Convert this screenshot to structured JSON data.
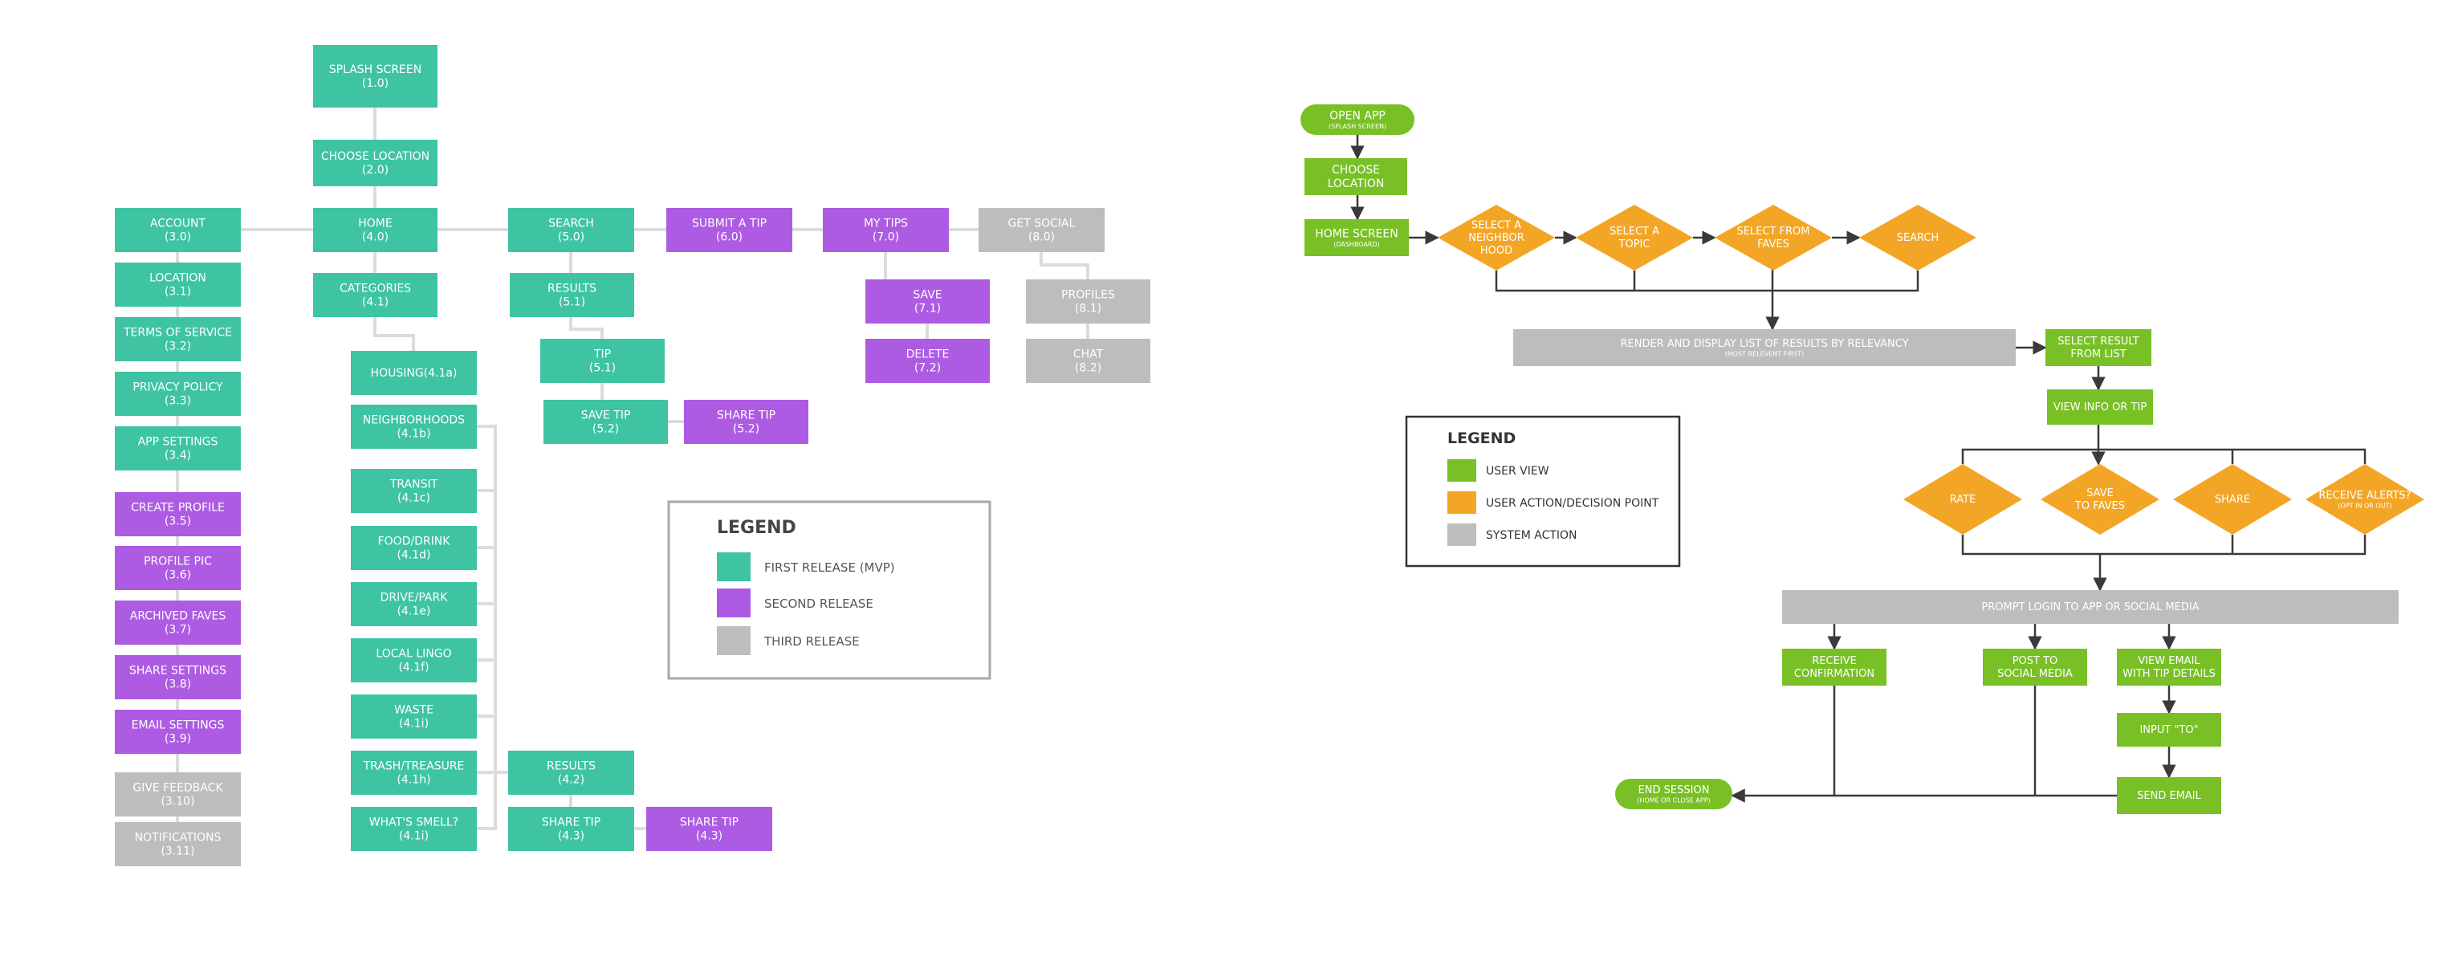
{
  "colors": {
    "first_release": "#3ec4a3",
    "second_release": "#ae5be3",
    "third_release": "#bdbdbd",
    "user_view": "#78c025",
    "user_action": "#f3a625",
    "system_action": "#bdbdbd",
    "line_sitemap": "#dcdcdc",
    "line_flow": "#3a3a3a",
    "legend_border": "#a8a8a8",
    "legend_border_dark": "#333333"
  },
  "sitemap": {
    "nodes": {
      "splash": [
        "SPLASH SCREEN",
        "(1.0)"
      ],
      "choose_location": [
        "CHOOSE LOCATION",
        "(2.0)"
      ],
      "account": [
        "ACCOUNT",
        "(3.0)"
      ],
      "location": [
        "LOCATION",
        "(3.1)"
      ],
      "terms": [
        "TERMS OF SERVICE",
        "(3.2)"
      ],
      "privacy": [
        "PRIVACY POLICY",
        "(3.3)"
      ],
      "app_settings": [
        "APP SETTINGS",
        "(3.4)"
      ],
      "create_profile": [
        "CREATE PROFILE",
        "(3.5)"
      ],
      "profile_pic": [
        "PROFILE PIC",
        "(3.6)"
      ],
      "archived_faves": [
        "ARCHIVED FAVES",
        "(3.7)"
      ],
      "share_settings": [
        "SHARE SETTINGS",
        "(3.8)"
      ],
      "email_settings": [
        "EMAIL SETTINGS",
        "(3.9)"
      ],
      "give_feedback": [
        "GIVE FEEDBACK",
        "(3.10)"
      ],
      "notifications": [
        "NOTIFICATIONS",
        "(3.11)"
      ],
      "home": [
        "HOME",
        "(4.0)"
      ],
      "categories": [
        "CATEGORIES",
        "(4.1)"
      ],
      "housing": [
        "HOUSING(4.1a)"
      ],
      "neighborhoods": [
        "NEIGHBORHOODS",
        "(4.1b)"
      ],
      "transit": [
        "TRANSIT",
        "(4.1c)"
      ],
      "food_drink": [
        "FOOD/DRINK",
        "(4.1d)"
      ],
      "drive_park": [
        "DRIVE/PARK",
        "(4.1e)"
      ],
      "local_lingo": [
        "LOCAL LINGO",
        "(4.1f)"
      ],
      "waste": [
        "WASTE",
        "(4.1i)"
      ],
      "trash_treasure": [
        "TRASH/TREASURE",
        "(4.1h)"
      ],
      "whats_smell": [
        "WHAT'S SMELL?",
        "(4.1i)"
      ],
      "results_42": [
        "RESULTS",
        "(4.2)"
      ],
      "share_tip_43a": [
        "SHARE TIP",
        "(4.3)"
      ],
      "share_tip_43b": [
        "SHARE TIP",
        "(4.3)"
      ],
      "search": [
        "SEARCH",
        "(5.0)"
      ],
      "results_51": [
        "RESULTS",
        "(5.1)"
      ],
      "tip": [
        "TIP",
        "(5.1)"
      ],
      "save_tip": [
        "SAVE TIP",
        "(5.2)"
      ],
      "share_tip_52": [
        "SHARE TIP",
        "(5.2)"
      ],
      "submit_tip": [
        "SUBMIT A TIP",
        "(6.0)"
      ],
      "my_tips": [
        "MY TIPS",
        "(7.0)"
      ],
      "save": [
        "SAVE",
        "(7.1)"
      ],
      "delete": [
        "DELETE",
        "(7.2)"
      ],
      "get_social": [
        "GET SOCIAL",
        "(8.0)"
      ],
      "profiles": [
        "PROFILES",
        "(8.1)"
      ],
      "chat": [
        "CHAT",
        "(8.2)"
      ]
    },
    "legend": {
      "title": "LEGEND",
      "items": [
        "FIRST RELEASE (MVP)",
        "SECOND RELEASE",
        "THIRD RELEASE"
      ]
    }
  },
  "flow": {
    "nodes": {
      "open_app": [
        "OPEN APP",
        "(SPLASH SCREEN)"
      ],
      "choose_location": [
        "CHOOSE",
        "LOCATION"
      ],
      "home_screen": [
        "HOME SCREEN",
        "(DASHBOARD)"
      ],
      "select_neighborhood": [
        "SELECT A",
        "NEIGHBOR",
        "HOOD"
      ],
      "select_topic": [
        "SELECT A",
        "TOPIC"
      ],
      "select_faves": [
        "SELECT FROM",
        "FAVES"
      ],
      "search": [
        "SEARCH"
      ],
      "render_list": [
        "RENDER AND DISPLAY LIST OF RESULTS BY RELEVANCY",
        "(MOST RELEVENT FIRST)"
      ],
      "select_result": [
        "SELECT RESULT",
        "FROM LIST"
      ],
      "view_info": [
        "VIEW INFO OR TIP"
      ],
      "rate": [
        "RATE"
      ],
      "save_faves": [
        "SAVE",
        "TO FAVES"
      ],
      "share": [
        "SHARE"
      ],
      "receive_alerts": [
        "RECEIVE ALERTS?",
        "(OPT IN OR OUT)"
      ],
      "prompt_login": [
        "PROMPT LOGIN TO APP OR SOCIAL MEDIA"
      ],
      "receive_confirmation": [
        "RECEIVE",
        "CONFIRMATION"
      ],
      "post_social": [
        "POST TO",
        "SOCIAL MEDIA"
      ],
      "view_email": [
        "VIEW EMAIL",
        "WITH TIP DETAILS"
      ],
      "input_to": [
        "INPUT \"TO\""
      ],
      "send_email": [
        "SEND EMAIL"
      ],
      "end_session": [
        "END SESSION",
        "(HOME OR CLOSE APP)"
      ]
    },
    "legend": {
      "title": "LEGEND",
      "items": [
        "USER VIEW",
        "USER ACTION/DECISION POINT",
        "SYSTEM ACTION"
      ]
    }
  }
}
